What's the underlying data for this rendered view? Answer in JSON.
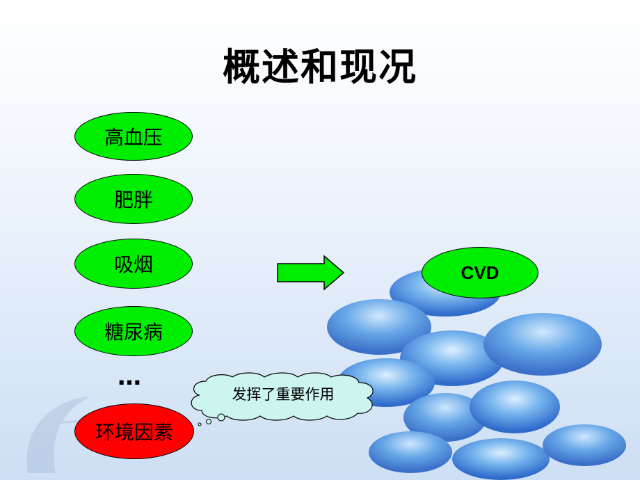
{
  "slide": {
    "title": "概述和现况",
    "factors": [
      {
        "label": "高血压",
        "color": "#00ee00"
      },
      {
        "label": "肥胖",
        "color": "#00ee00"
      },
      {
        "label": "吸烟",
        "color": "#00ee00"
      },
      {
        "label": "糖尿病",
        "color": "#00ee00"
      }
    ],
    "ellipsis": "…",
    "environment": {
      "label": "环境因素",
      "color": "#ff0000"
    },
    "outcome": {
      "label": "CVD",
      "color": "#00ee00"
    },
    "callout": {
      "text": "发挥了重要作用",
      "color": "#ccf5f0"
    },
    "arrow_color": "#00ee00",
    "icons": [
      "right-arrow-icon",
      "cloud-callout-icon"
    ]
  }
}
